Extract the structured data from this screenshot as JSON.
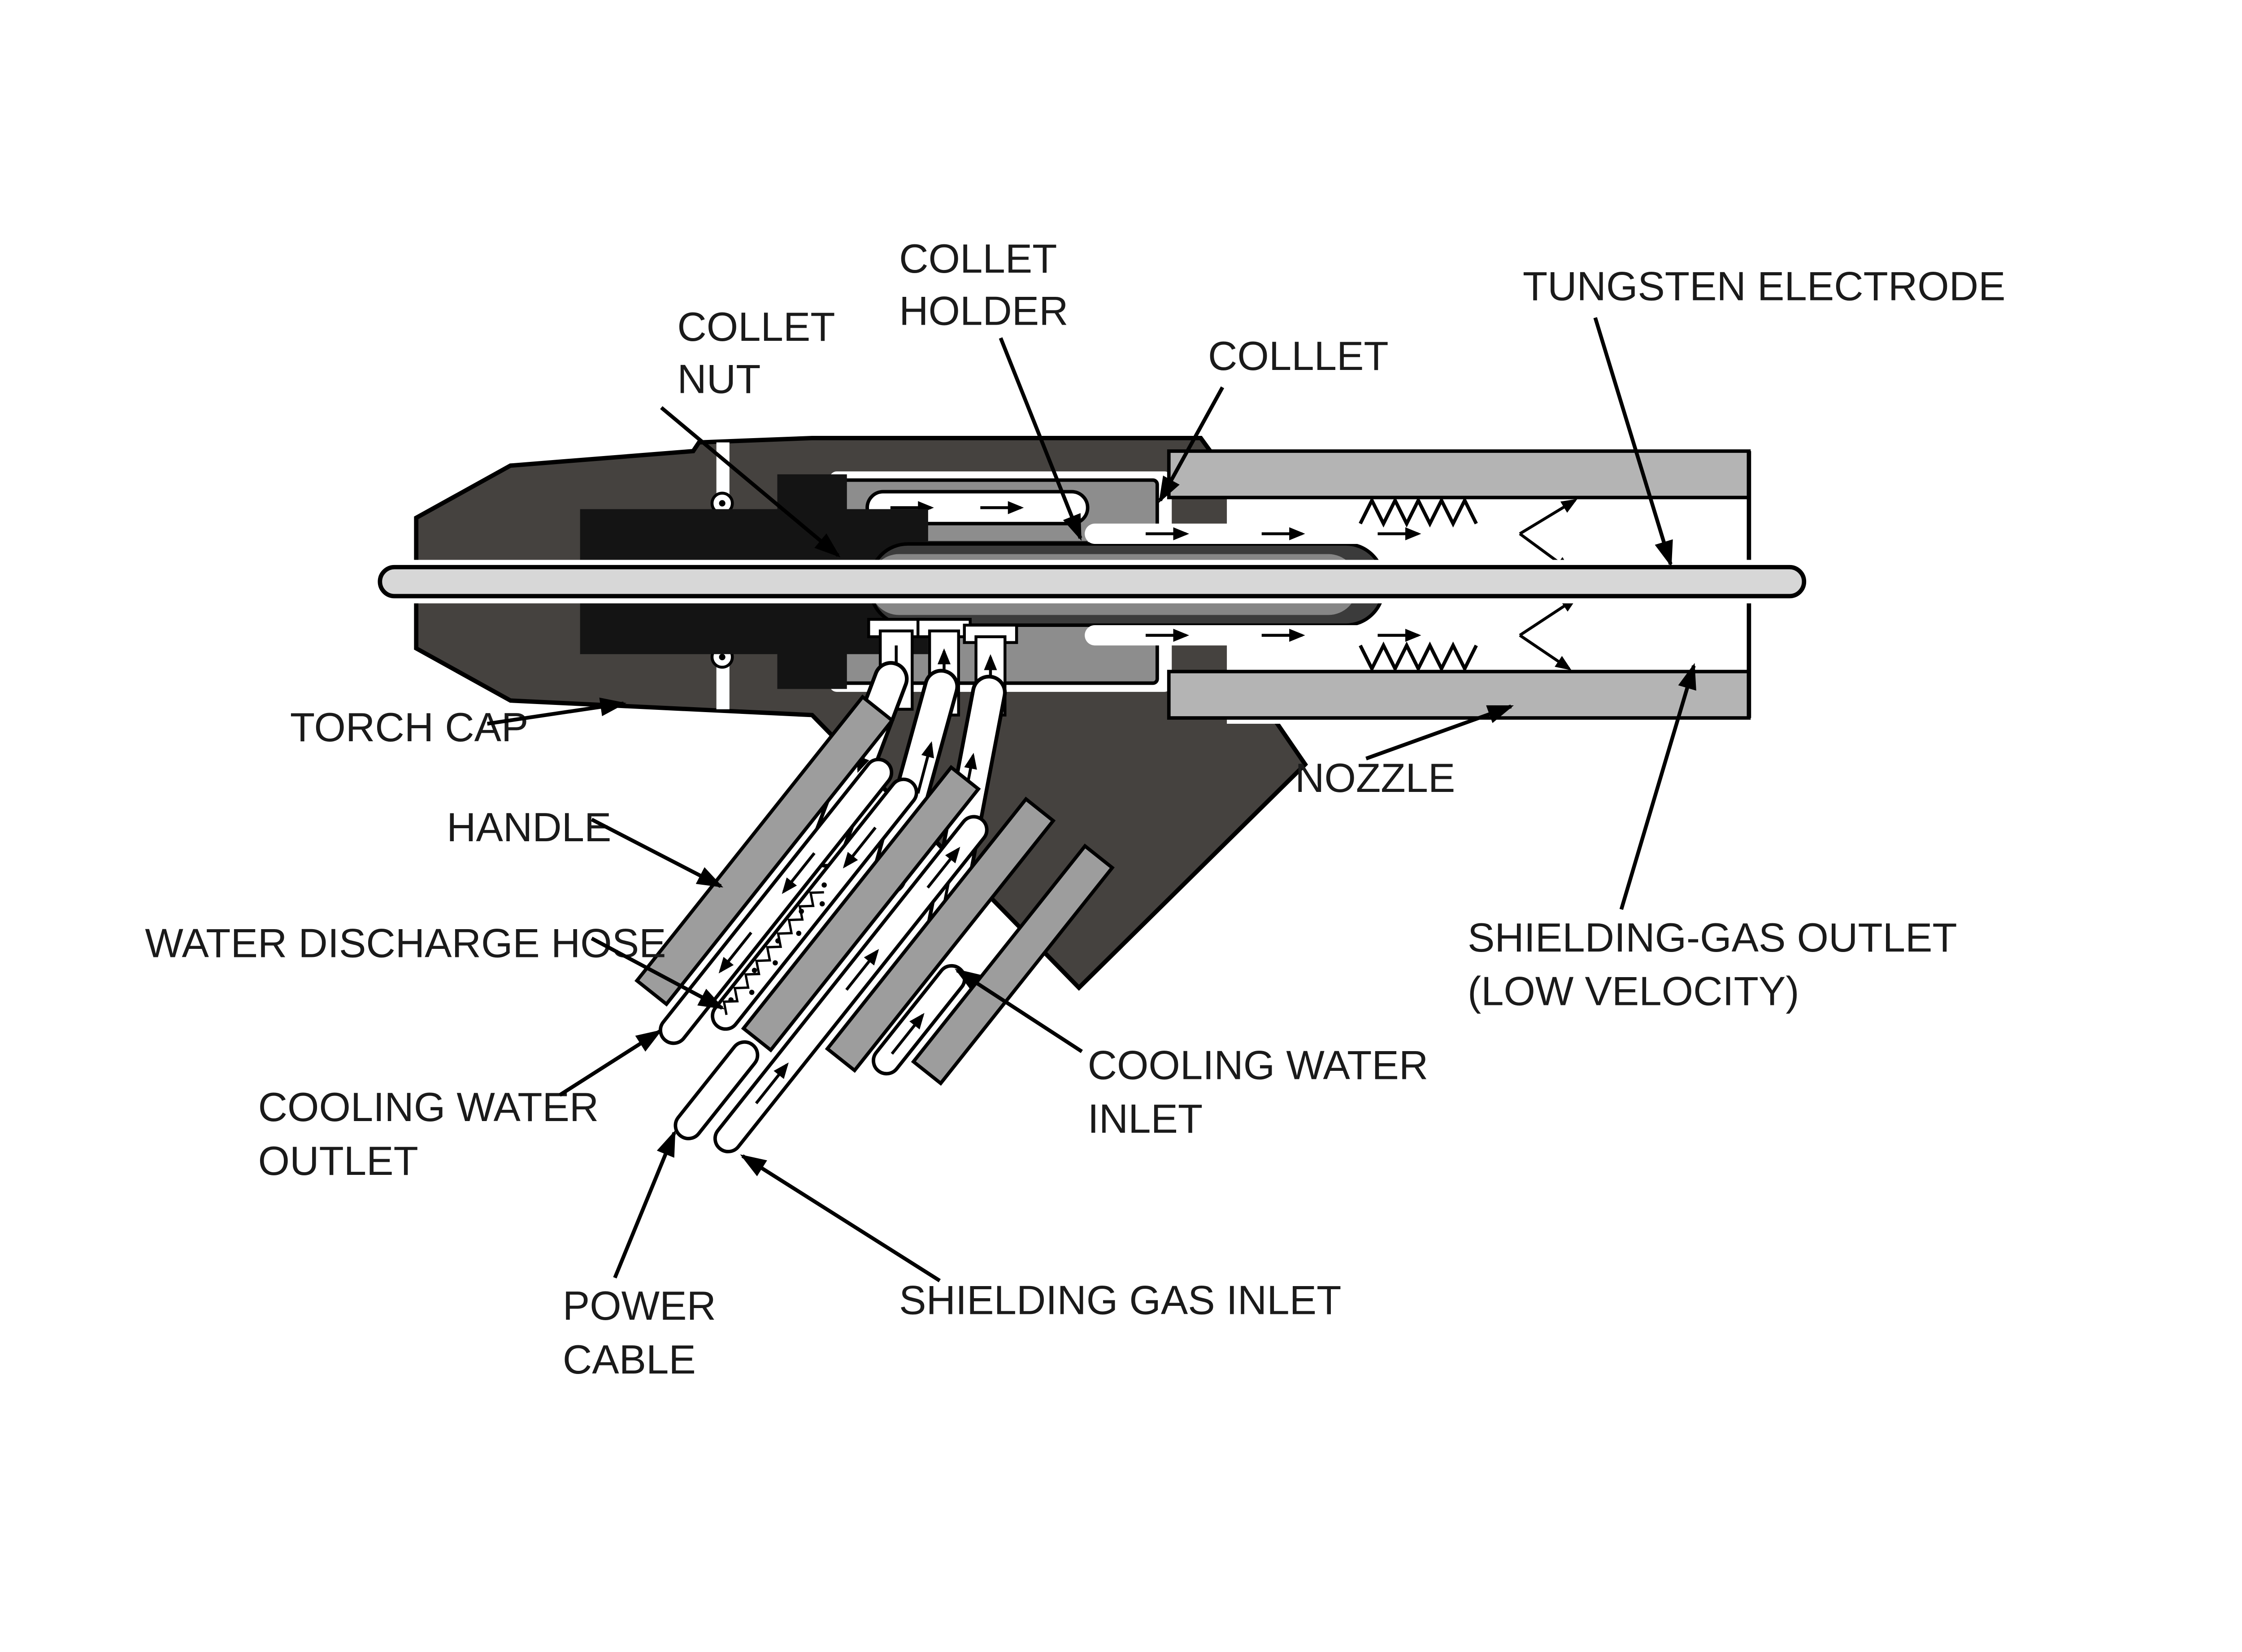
{
  "colors": {
    "background": "#ffffff",
    "body": "#45423f",
    "core": "#141414",
    "metal_mid": "#8d8d8d",
    "collet_sheath": "#3b3b3b",
    "collet_inner": "#868686",
    "nozzle": "#b4b4b4",
    "handle": "#9d9d9d",
    "rod": "#d7d7d7",
    "ink": "#000000"
  },
  "labels": {
    "collet_nut": {
      "line1": "COLLET",
      "line2": "NUT"
    },
    "collet_holder": {
      "line1": "COLLET",
      "line2": "HOLDER"
    },
    "colllet": {
      "line1": "COLLLET"
    },
    "tungsten_electrode": {
      "line1": "TUNGSTEN ELECTRODE"
    },
    "torch_cap": {
      "line1": "TORCH CAP"
    },
    "nozzle": {
      "line1": "NOZZLE"
    },
    "handle": {
      "line1": "HANDLE"
    },
    "water_discharge_hose": {
      "line1": "WATER DISCHARGE HOSE"
    },
    "cooling_water_outlet": {
      "line1": "COOLING WATER",
      "line2": "OUTLET"
    },
    "power_cable": {
      "line1": "POWER",
      "line2": "CABLE"
    },
    "shielding_gas_inlet": {
      "line1": "SHIELDING GAS INLET"
    },
    "cooling_water_inlet": {
      "line1": "COOLING WATER",
      "line2": "INLET"
    },
    "shielding_gas_outlet": {
      "line1": "SHIELDING-GAS OUTLET",
      "line2": "(LOW VELOCITY)"
    }
  }
}
